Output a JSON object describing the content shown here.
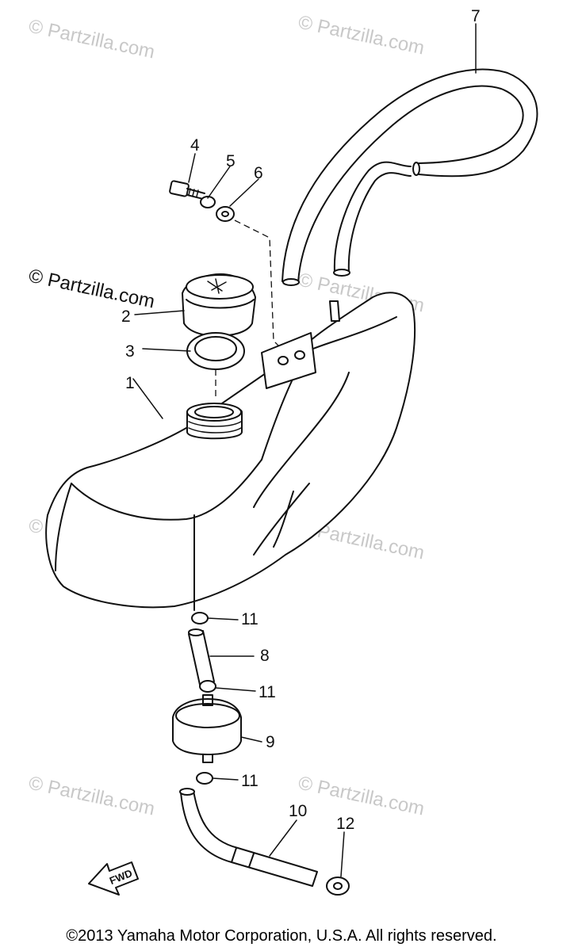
{
  "watermarks": [
    "© Partzilla.com",
    "© Partzilla.com",
    "© Partzilla.com",
    "© Partzilla.com",
    "© Partzilla.com",
    "© Partzilla.com",
    "© Partzilla.com",
    "© Partzilla.com"
  ],
  "watermark_dark": "© Partzilla.com",
  "part_labels": [
    "1",
    "2",
    "3",
    "4",
    "5",
    "6",
    "7",
    "8",
    "9",
    "10",
    "11",
    "11",
    "11",
    "12"
  ],
  "fwd_label": "FWD",
  "copyright": "©2013 Yamaha Motor Corporation, U.S.A. All rights reserved."
}
